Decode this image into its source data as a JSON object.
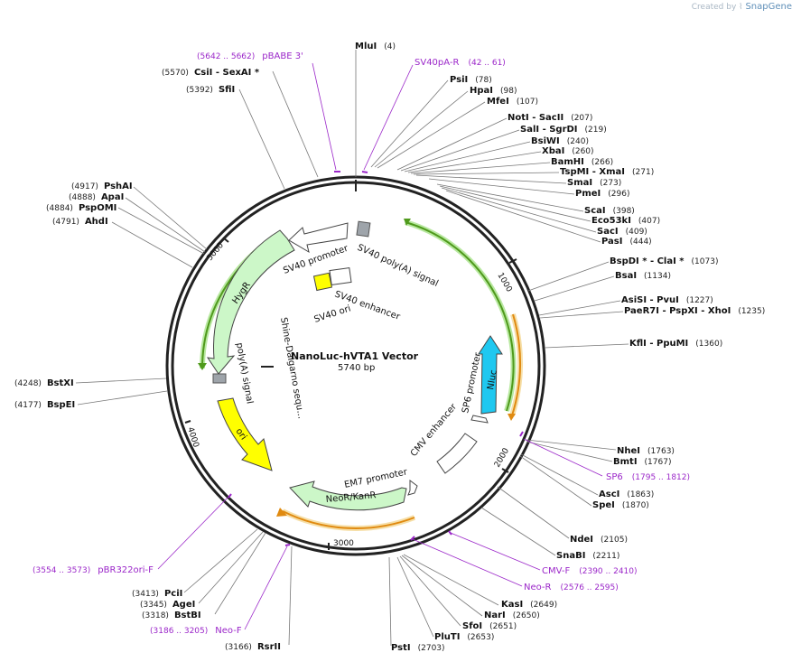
{
  "watermark": {
    "prefix": "Created by",
    "brand": "SnapGene"
  },
  "plasmid": {
    "name": "NanoLuc-hVTA1 Vector",
    "size_label": "5740 bp"
  },
  "ticks": [
    "1000",
    "2000",
    "3000",
    "4000",
    "5000"
  ],
  "features": {
    "sv40_promoter": "SV40 promoter",
    "sv40_polya": "SV40 poly(A) signal",
    "sv40_enhancer": "SV40 enhancer",
    "sv40_ori": "SV40 ori",
    "hygr": "HygR",
    "polya_signal": "poly(A) signal",
    "ori": "ori",
    "shine_dalgarno": "Shine-Dalgarno sequ...",
    "em7_promoter": "EM7 promoter",
    "neor": "NeoR/KanR",
    "cmv_enhancer": "CMV enhancer",
    "sp6_promoter": "SP6 promoter",
    "nluc": "Nluc"
  },
  "sites_top_right": [
    {
      "name": "MluI",
      "pos": "(4)"
    },
    {
      "name": "PsiI",
      "pos": "(78)"
    },
    {
      "name": "HpaI",
      "pos": "(98)"
    },
    {
      "name": "MfeI",
      "pos": "(107)"
    },
    {
      "name": "NotI  -  SacII",
      "pos": "(207)"
    },
    {
      "name": "SalI  -  SgrDI",
      "pos": "(219)"
    },
    {
      "name": "BsiWI",
      "pos": "(240)"
    },
    {
      "name": "XbaI",
      "pos": "(260)"
    },
    {
      "name": "BamHI",
      "pos": "(266)"
    },
    {
      "name": "TspMI  -  XmaI",
      "pos": "(271)"
    },
    {
      "name": "SmaI",
      "pos": "(273)"
    },
    {
      "name": "PmeI",
      "pos": "(296)"
    },
    {
      "name": "ScaI",
      "pos": "(398)"
    },
    {
      "name": "Eco53kI",
      "pos": "(407)"
    },
    {
      "name": "SacI",
      "pos": "(409)"
    },
    {
      "name": "PasI",
      "pos": "(444)"
    },
    {
      "name": "BspDI *  -  ClaI *",
      "pos": "(1073)"
    },
    {
      "name": "BsaI",
      "pos": "(1134)"
    },
    {
      "name": "AsiSI  -  PvuI",
      "pos": "(1227)"
    },
    {
      "name": "PaeR7I  -  PspXI  -  XhoI",
      "pos": "(1235)"
    },
    {
      "name": "KflI  -  PpuMI",
      "pos": "(1360)"
    },
    {
      "name": "NheI",
      "pos": "(1763)"
    },
    {
      "name": "BmtI",
      "pos": "(1767)"
    },
    {
      "name": "AscI",
      "pos": "(1863)"
    },
    {
      "name": "SpeI",
      "pos": "(1870)"
    },
    {
      "name": "NdeI",
      "pos": "(2105)"
    },
    {
      "name": "SnaBI",
      "pos": "(2211)"
    },
    {
      "name": "KasI",
      "pos": "(2649)"
    },
    {
      "name": "NarI",
      "pos": "(2650)"
    },
    {
      "name": "SfoI",
      "pos": "(2651)"
    },
    {
      "name": "PluTI",
      "pos": "(2653)"
    },
    {
      "name": "PstI",
      "pos": "(2703)"
    }
  ],
  "sites_left": [
    {
      "name": "CsiI  -  SexAI  *",
      "pos": "(5570)"
    },
    {
      "name": "SfiI",
      "pos": "(5392)"
    },
    {
      "name": "PshAI",
      "pos": "(4917)"
    },
    {
      "name": "ApaI",
      "pos": "(4888)"
    },
    {
      "name": "PspOMI",
      "pos": "(4884)"
    },
    {
      "name": "AhdI",
      "pos": "(4791)"
    },
    {
      "name": "BstXI",
      "pos": "(4248)"
    },
    {
      "name": "BspEI",
      "pos": "(4177)"
    },
    {
      "name": "PciI",
      "pos": "(3413)"
    },
    {
      "name": "AgeI",
      "pos": "(3345)"
    },
    {
      "name": "BstBI",
      "pos": "(3318)"
    },
    {
      "name": "RsrII",
      "pos": "(3166)"
    }
  ],
  "primers": [
    {
      "name": "pBABE 3'",
      "pos": "(5642 .. 5662)"
    },
    {
      "name": "SV40pA-R",
      "pos": "(42 .. 61)"
    },
    {
      "name": "SP6",
      "pos": "(1795 .. 1812)"
    },
    {
      "name": "CMV-F",
      "pos": "(2390 .. 2410)"
    },
    {
      "name": "Neo-R",
      "pos": "(2576 .. 2595)"
    },
    {
      "name": "pBR322ori-F",
      "pos": "(3554 .. 3573)"
    },
    {
      "name": "Neo-F",
      "pos": "(3186 .. 3205)"
    }
  ],
  "colors": {
    "backbone": "#222222",
    "green_arrow": "#ccf7c8",
    "green_border": "#5aa320",
    "yellow": "#ffff00",
    "cyan": "#1fc8f0",
    "primer": "#9b27c9",
    "orange": "#e59a1e",
    "gray_box": "#9ea4aa"
  }
}
